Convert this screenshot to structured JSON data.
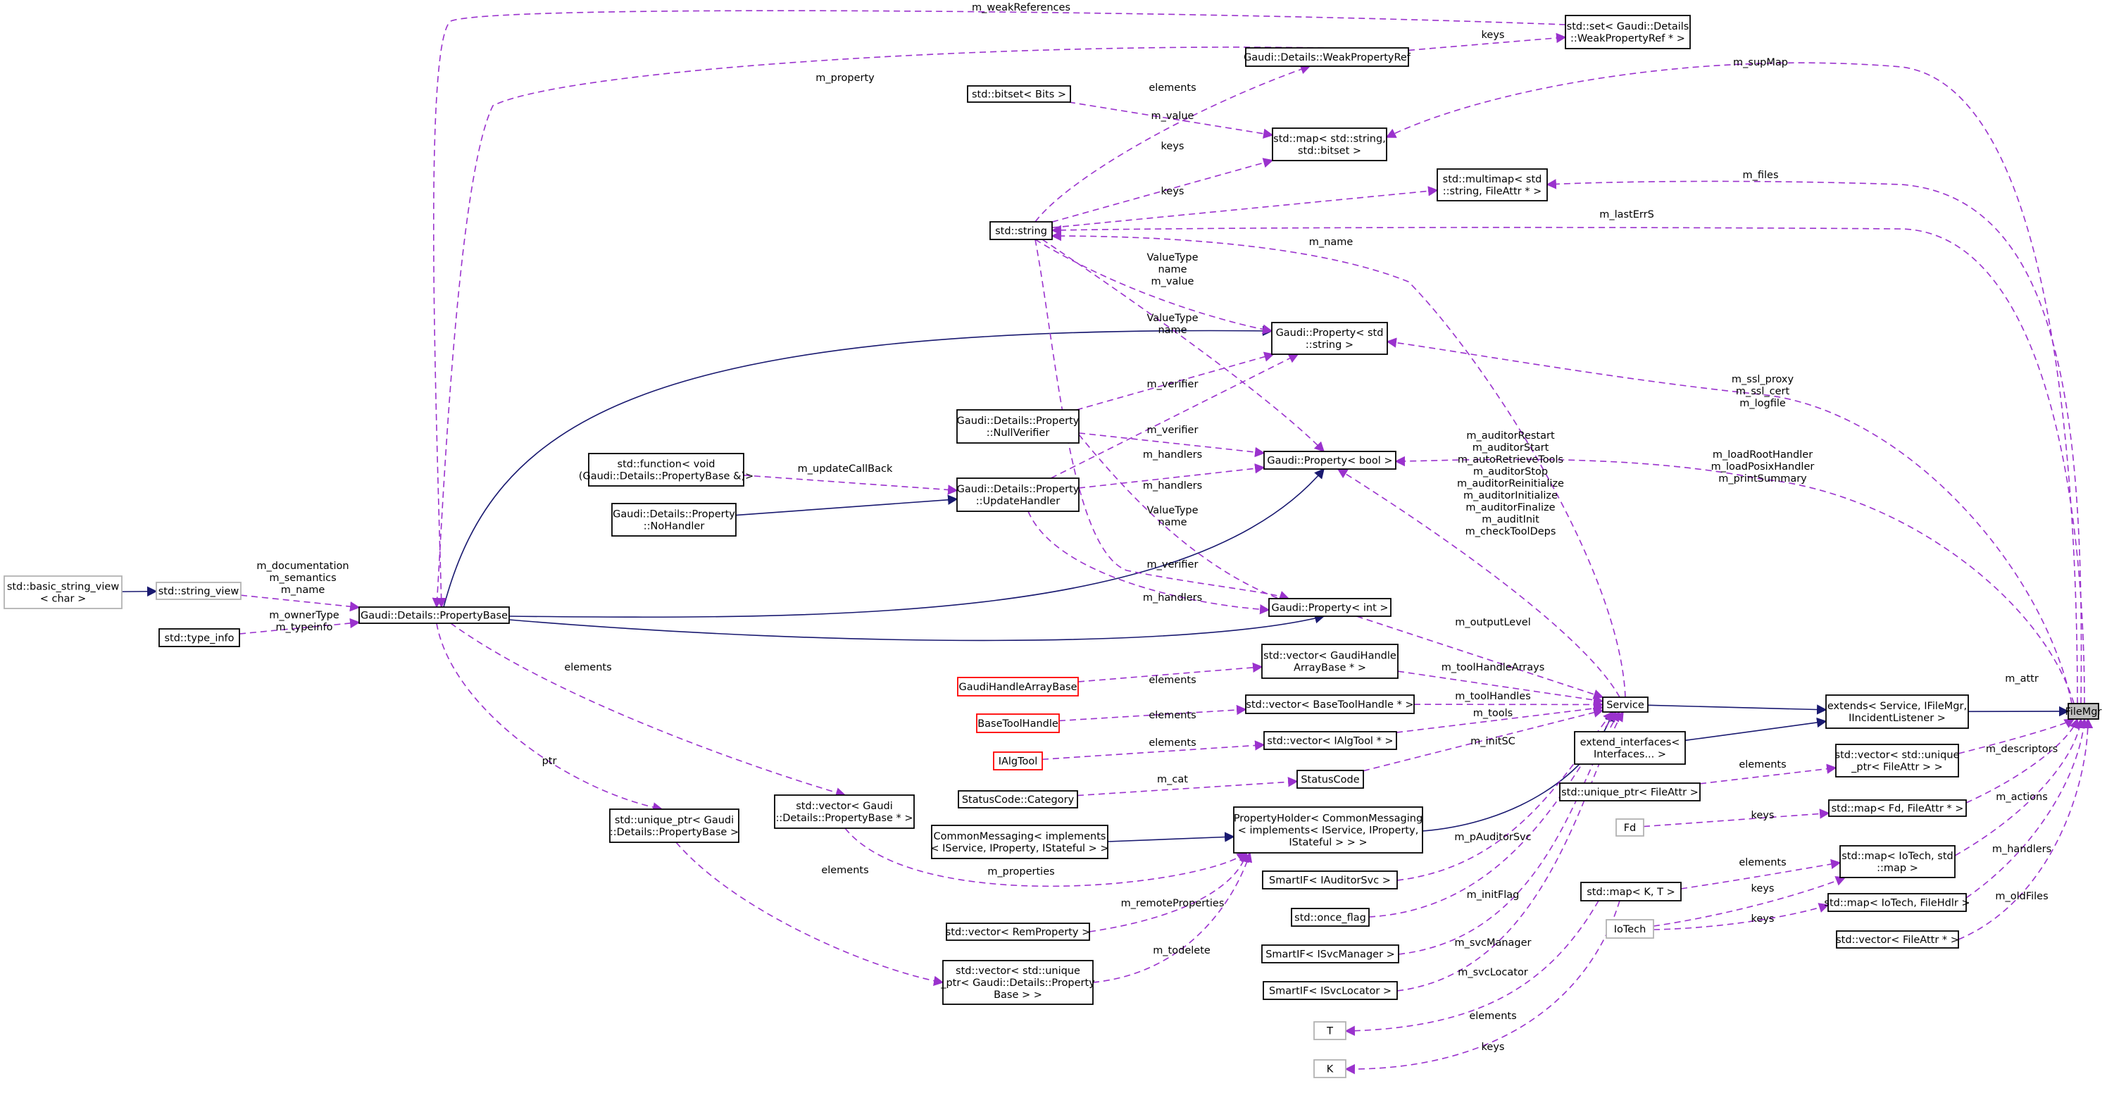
{
  "diagram": {
    "nodes": [
      {
        "id": "FileMgr",
        "lines": [
          "FileMgr"
        ],
        "style": "current"
      },
      {
        "id": "extends",
        "lines": [
          "extends< Service, IFileMgr,",
          "IIncidentListener >"
        ],
        "style": "normal"
      },
      {
        "id": "Service",
        "lines": [
          "Service"
        ],
        "style": "normal"
      },
      {
        "id": "ext_if",
        "lines": [
          "extend_interfaces<",
          "Interfaces... >"
        ],
        "style": "normal"
      },
      {
        "id": "PropertyHolder",
        "lines": [
          "PropertyHolder< CommonMessaging",
          "< implements< IService, IProperty,",
          "IStateful > > >"
        ],
        "style": "normal"
      },
      {
        "id": "CommonMessaging",
        "lines": [
          "CommonMessaging< implements",
          "< IService, IProperty, IStateful > >"
        ],
        "style": "normal"
      },
      {
        "id": "PropertyBase",
        "lines": [
          "Gaudi::Details::PropertyBase"
        ],
        "style": "normal"
      },
      {
        "id": "string_view",
        "lines": [
          "std::string_view"
        ],
        "style": "gray"
      },
      {
        "id": "basic_string_view",
        "lines": [
          "std::basic_string_view",
          "< char >"
        ],
        "style": "gray"
      },
      {
        "id": "type_info",
        "lines": [
          "std::type_info"
        ],
        "style": "normal"
      },
      {
        "id": "std_string",
        "lines": [
          "std::string"
        ],
        "style": "normal"
      },
      {
        "id": "set_weak",
        "lines": [
          "std::set< Gaudi::Details",
          "::WeakPropertyRef * >"
        ],
        "style": "normal"
      },
      {
        "id": "WeakPropertyRef",
        "lines": [
          "Gaudi::Details::WeakPropertyRef"
        ],
        "style": "normal"
      },
      {
        "id": "bitset",
        "lines": [
          "std::bitset< Bits >"
        ],
        "style": "normal"
      },
      {
        "id": "map_str_bitset",
        "lines": [
          "std::map< std::string,",
          "std::bitset >"
        ],
        "style": "normal"
      },
      {
        "id": "multimap",
        "lines": [
          "std::multimap< std",
          "::string, FileAttr * >"
        ],
        "style": "normal"
      },
      {
        "id": "prop_string",
        "lines": [
          "Gaudi::Property< std",
          "::string >"
        ],
        "style": "normal"
      },
      {
        "id": "NullVerifier",
        "lines": [
          "Gaudi::Details::Property",
          "::NullVerifier"
        ],
        "style": "normal"
      },
      {
        "id": "prop_bool",
        "lines": [
          "Gaudi::Property< bool >"
        ],
        "style": "normal"
      },
      {
        "id": "function",
        "lines": [
          "std::function< void",
          "(Gaudi::Details::PropertyBase &)>"
        ],
        "style": "normal"
      },
      {
        "id": "UpdateHandler",
        "lines": [
          "Gaudi::Details::Property",
          "::UpdateHandler"
        ],
        "style": "normal"
      },
      {
        "id": "NoHandler",
        "lines": [
          "Gaudi::Details::Property",
          "::NoHandler"
        ],
        "style": "normal"
      },
      {
        "id": "prop_int",
        "lines": [
          "Gaudi::Property< int >"
        ],
        "style": "normal"
      },
      {
        "id": "vec_GHAB",
        "lines": [
          "std::vector< GaudiHandle",
          "ArrayBase * >"
        ],
        "style": "normal"
      },
      {
        "id": "GaudiHandleArrayBase",
        "lines": [
          "GaudiHandleArrayBase"
        ],
        "style": "red"
      },
      {
        "id": "vec_BTH",
        "lines": [
          "std::vector< BaseToolHandle * >"
        ],
        "style": "normal"
      },
      {
        "id": "BaseToolHandle",
        "lines": [
          "BaseToolHandle"
        ],
        "style": "red"
      },
      {
        "id": "vec_IAlgTool",
        "lines": [
          "std::vector< IAlgTool * >"
        ],
        "style": "normal"
      },
      {
        "id": "IAlgTool",
        "lines": [
          "IAlgTool"
        ],
        "style": "red"
      },
      {
        "id": "StatusCode",
        "lines": [
          "StatusCode"
        ],
        "style": "normal"
      },
      {
        "id": "SC_Category",
        "lines": [
          "StatusCode::Category"
        ],
        "style": "normal"
      },
      {
        "id": "vec_PB",
        "lines": [
          "std::vector< Gaudi",
          "::Details::PropertyBase * >"
        ],
        "style": "normal"
      },
      {
        "id": "uptr_PB",
        "lines": [
          "std::unique_ptr< Gaudi",
          "::Details::PropertyBase >"
        ],
        "style": "normal"
      },
      {
        "id": "vec_Remote",
        "lines": [
          "std::vector< RemProperty >"
        ],
        "style": "normal"
      },
      {
        "id": "vec_uptr_PB",
        "lines": [
          "std::vector< std::unique",
          "_ptr< Gaudi::Details::Property",
          "Base > >"
        ],
        "style": "normal"
      },
      {
        "id": "SmartIF_Auditor",
        "lines": [
          "SmartIF< IAuditorSvc >"
        ],
        "style": "normal"
      },
      {
        "id": "once_flag",
        "lines": [
          "std::once_flag"
        ],
        "style": "normal"
      },
      {
        "id": "SmartIF_SvcMgr",
        "lines": [
          "SmartIF< ISvcManager >"
        ],
        "style": "normal"
      },
      {
        "id": "SmartIF_SvcLoc",
        "lines": [
          "SmartIF< ISvcLocator >"
        ],
        "style": "normal"
      },
      {
        "id": "T",
        "lines": [
          "T"
        ],
        "style": "gray"
      },
      {
        "id": "K",
        "lines": [
          "K"
        ],
        "style": "gray"
      },
      {
        "id": "map_KT",
        "lines": [
          "std::map< K, T >"
        ],
        "style": "normal"
      },
      {
        "id": "uptr_FileAttr",
        "lines": [
          "std::unique_ptr< FileAttr >"
        ],
        "style": "normal"
      },
      {
        "id": "Fd",
        "lines": [
          "Fd"
        ],
        "style": "gray"
      },
      {
        "id": "IoTech",
        "lines": [
          "IoTech"
        ],
        "style": "gray"
      },
      {
        "id": "vec_uptr_FA",
        "lines": [
          "std::vector< std::unique",
          "_ptr< FileAttr > >"
        ],
        "style": "normal"
      },
      {
        "id": "map_Fd",
        "lines": [
          "std::map< Fd, FileAttr * >"
        ],
        "style": "normal"
      },
      {
        "id": "map_IoTech_map",
        "lines": [
          "std::map< IoTech, std",
          "::map >"
        ],
        "style": "normal"
      },
      {
        "id": "map_IoTech_Hdlr",
        "lines": [
          "std::map< IoTech, FileHdlr >"
        ],
        "style": "normal"
      },
      {
        "id": "vec_FileAttr",
        "lines": [
          "std::vector< FileAttr * >"
        ],
        "style": "normal"
      }
    ],
    "edges": [
      {
        "from": "extends",
        "to": "FileMgr",
        "kind": "inheritance",
        "label": []
      },
      {
        "from": "Service",
        "to": "extends",
        "kind": "inheritance",
        "label": []
      },
      {
        "from": "ext_if",
        "to": "extends",
        "kind": "inheritance",
        "label": []
      },
      {
        "from": "PropertyHolder",
        "to": "Service",
        "kind": "inheritance",
        "label": []
      },
      {
        "from": "CommonMessaging",
        "to": "PropertyHolder",
        "kind": "inheritance",
        "label": []
      },
      {
        "from": "basic_string_view",
        "to": "string_view",
        "kind": "inheritance",
        "label": []
      },
      {
        "from": "PropertyBase",
        "to": "prop_string",
        "kind": "inheritance",
        "label": []
      },
      {
        "from": "PropertyBase",
        "to": "prop_bool",
        "kind": "inheritance",
        "label": []
      },
      {
        "from": "PropertyBase",
        "to": "prop_int",
        "kind": "inheritance",
        "label": []
      },
      {
        "from": "NoHandler",
        "to": "UpdateHandler",
        "kind": "inheritance",
        "label": []
      },
      {
        "from": "set_weak",
        "to": "PropertyBase",
        "kind": "usage",
        "label": [
          "m_weakReferences"
        ]
      },
      {
        "from": "WeakPropertyRef",
        "to": "PropertyBase",
        "kind": "usage",
        "label": [
          "m_property"
        ]
      },
      {
        "from": "WeakPropertyRef",
        "to": "set_weak",
        "kind": "usage",
        "label": [
          "keys"
        ]
      },
      {
        "from": "map_str_bitset",
        "to": "FileMgr",
        "kind": "usage",
        "label": [
          "m_supMap"
        ]
      },
      {
        "from": "bitset",
        "to": "map_str_bitset",
        "kind": "usage",
        "label": [
          "elements"
        ]
      },
      {
        "from": "std_string",
        "to": "map_str_bitset",
        "kind": "usage",
        "label": [
          "keys"
        ]
      },
      {
        "from": "std_string",
        "to": "WeakPropertyRef",
        "kind": "usage",
        "label": [
          "m_value"
        ]
      },
      {
        "from": "multimap",
        "to": "FileMgr",
        "kind": "usage",
        "label": [
          "m_files"
        ]
      },
      {
        "from": "std_string",
        "to": "multimap",
        "kind": "usage",
        "label": [
          "keys"
        ]
      },
      {
        "from": "std_string",
        "to": "FileMgr",
        "kind": "usage",
        "label": [
          "m_lastErrS"
        ]
      },
      {
        "from": "std_string",
        "to": "Service",
        "kind": "usage",
        "label": [
          "m_name"
        ]
      },
      {
        "from": "std_string",
        "to": "prop_string",
        "kind": "usage",
        "label": [
          "ValueType",
          "name",
          "m_value"
        ]
      },
      {
        "from": "std_string",
        "to": "prop_bool",
        "kind": "usage",
        "label": [
          "ValueType",
          "name"
        ]
      },
      {
        "from": "std_string",
        "to": "prop_int",
        "kind": "usage",
        "label": [
          "ValueType",
          "name"
        ]
      },
      {
        "from": "prop_string",
        "to": "FileMgr",
        "kind": "usage",
        "label": [
          "m_ssl_proxy",
          "m_ssl_cert",
          "m_logfile"
        ]
      },
      {
        "from": "prop_bool",
        "to": "FileMgr",
        "kind": "usage",
        "label": [
          "m_loadRootHandler",
          "m_loadPosixHandler",
          "m_printSummary"
        ]
      },
      {
        "from": "prop_bool",
        "to": "Service",
        "kind": "usage",
        "label": [
          "m_auditorRestart",
          "m_auditorStart",
          "m_autoRetrieveTools",
          "m_auditorStop",
          "m_auditorReinitialize",
          "m_auditorInitialize",
          "m_auditorFinalize",
          "m_auditInit",
          "m_checkToolDeps"
        ]
      },
      {
        "from": "NullVerifier",
        "to": "prop_string",
        "kind": "usage",
        "label": [
          "m_verifier"
        ]
      },
      {
        "from": "NullVerifier",
        "to": "prop_bool",
        "kind": "usage",
        "label": [
          "m_verifier"
        ]
      },
      {
        "from": "NullVerifier",
        "to": "prop_int",
        "kind": "usage",
        "label": [
          "m_verifier"
        ]
      },
      {
        "from": "UpdateHandler",
        "to": "prop_string",
        "kind": "usage",
        "label": [
          "m_handlers"
        ]
      },
      {
        "from": "UpdateHandler",
        "to": "prop_bool",
        "kind": "usage",
        "label": [
          "m_handlers"
        ]
      },
      {
        "from": "UpdateHandler",
        "to": "prop_int",
        "kind": "usage",
        "label": [
          "m_handlers"
        ]
      },
      {
        "from": "function",
        "to": "UpdateHandler",
        "kind": "usage",
        "label": [
          "m_updateCallBack"
        ]
      },
      {
        "from": "string_view",
        "to": "PropertyBase",
        "kind": "usage",
        "label": [
          "m_documentation",
          "m_semantics",
          "m_name"
        ]
      },
      {
        "from": "type_info",
        "to": "PropertyBase",
        "kind": "usage",
        "label": [
          "m_ownerType",
          "m_typeinfo"
        ]
      },
      {
        "from": "prop_int",
        "to": "Service",
        "kind": "usage",
        "label": [
          "m_outputLevel"
        ]
      },
      {
        "from": "vec_GHAB",
        "to": "Service",
        "kind": "usage",
        "label": [
          "m_toolHandleArrays"
        ]
      },
      {
        "from": "GaudiHandleArrayBase",
        "to": "vec_GHAB",
        "kind": "usage",
        "label": [
          "elements"
        ]
      },
      {
        "from": "vec_BTH",
        "to": "Service",
        "kind": "usage",
        "label": [
          "m_toolHandles"
        ]
      },
      {
        "from": "BaseToolHandle",
        "to": "vec_BTH",
        "kind": "usage",
        "label": [
          "elements"
        ]
      },
      {
        "from": "vec_IAlgTool",
        "to": "Service",
        "kind": "usage",
        "label": [
          "m_tools"
        ]
      },
      {
        "from": "IAlgTool",
        "to": "vec_IAlgTool",
        "kind": "usage",
        "label": [
          "elements"
        ]
      },
      {
        "from": "StatusCode",
        "to": "Service",
        "kind": "usage",
        "label": [
          "m_initSC"
        ]
      },
      {
        "from": "SC_Category",
        "to": "StatusCode",
        "kind": "usage",
        "label": [
          "m_cat"
        ]
      },
      {
        "from": "PropertyBase",
        "to": "vec_PB",
        "kind": "usage",
        "label": [
          "elements"
        ]
      },
      {
        "from": "PropertyBase",
        "to": "uptr_PB",
        "kind": "usage",
        "label": [
          "ptr"
        ]
      },
      {
        "from": "vec_PB",
        "to": "PropertyHolder",
        "kind": "usage",
        "label": [
          "m_properties"
        ]
      },
      {
        "from": "uptr_PB",
        "to": "vec_uptr_PB",
        "kind": "usage",
        "label": [
          "elements"
        ]
      },
      {
        "from": "vec_Remote",
        "to": "PropertyHolder",
        "kind": "usage",
        "label": [
          "m_remoteProperties"
        ]
      },
      {
        "from": "vec_uptr_PB",
        "to": "PropertyHolder",
        "kind": "usage",
        "label": [
          "m_todelete"
        ]
      },
      {
        "from": "SmartIF_Auditor",
        "to": "Service",
        "kind": "usage",
        "label": [
          "m_pAuditorSvc"
        ]
      },
      {
        "from": "once_flag",
        "to": "Service",
        "kind": "usage",
        "label": [
          "m_initFlag"
        ]
      },
      {
        "from": "SmartIF_SvcMgr",
        "to": "Service",
        "kind": "usage",
        "label": [
          "m_svcManager"
        ]
      },
      {
        "from": "SmartIF_SvcLoc",
        "to": "Service",
        "kind": "usage",
        "label": [
          "m_svcLocator"
        ]
      },
      {
        "from": "map_KT",
        "to": "T",
        "kind": "usage",
        "label": [
          "elements"
        ]
      },
      {
        "from": "map_KT",
        "to": "K",
        "kind": "usage",
        "label": [
          "keys"
        ]
      },
      {
        "from": "vec_uptr_FA",
        "to": "FileMgr",
        "kind": "usage",
        "label": [
          "m_attr"
        ]
      },
      {
        "from": "uptr_FileAttr",
        "to": "vec_uptr_FA",
        "kind": "usage",
        "label": [
          "elements"
        ]
      },
      {
        "from": "map_Fd",
        "to": "FileMgr",
        "kind": "usage",
        "label": [
          "m_descriptors"
        ]
      },
      {
        "from": "Fd",
        "to": "map_Fd",
        "kind": "usage",
        "label": [
          "keys"
        ]
      },
      {
        "from": "map_IoTech_map",
        "to": "FileMgr",
        "kind": "usage",
        "label": [
          "m_actions"
        ]
      },
      {
        "from": "map_KT",
        "to": "map_IoTech_map",
        "kind": "usage",
        "label": [
          "elements"
        ]
      },
      {
        "from": "IoTech",
        "to": "map_IoTech_map",
        "kind": "usage",
        "label": [
          "keys"
        ]
      },
      {
        "from": "map_IoTech_Hdlr",
        "to": "FileMgr",
        "kind": "usage",
        "label": [
          "m_handlers"
        ]
      },
      {
        "from": "IoTech",
        "to": "map_IoTech_Hdlr",
        "kind": "usage",
        "label": [
          "keys"
        ]
      },
      {
        "from": "vec_FileAttr",
        "to": "FileMgr",
        "kind": "usage",
        "label": [
          "m_oldFiles"
        ]
      }
    ]
  }
}
